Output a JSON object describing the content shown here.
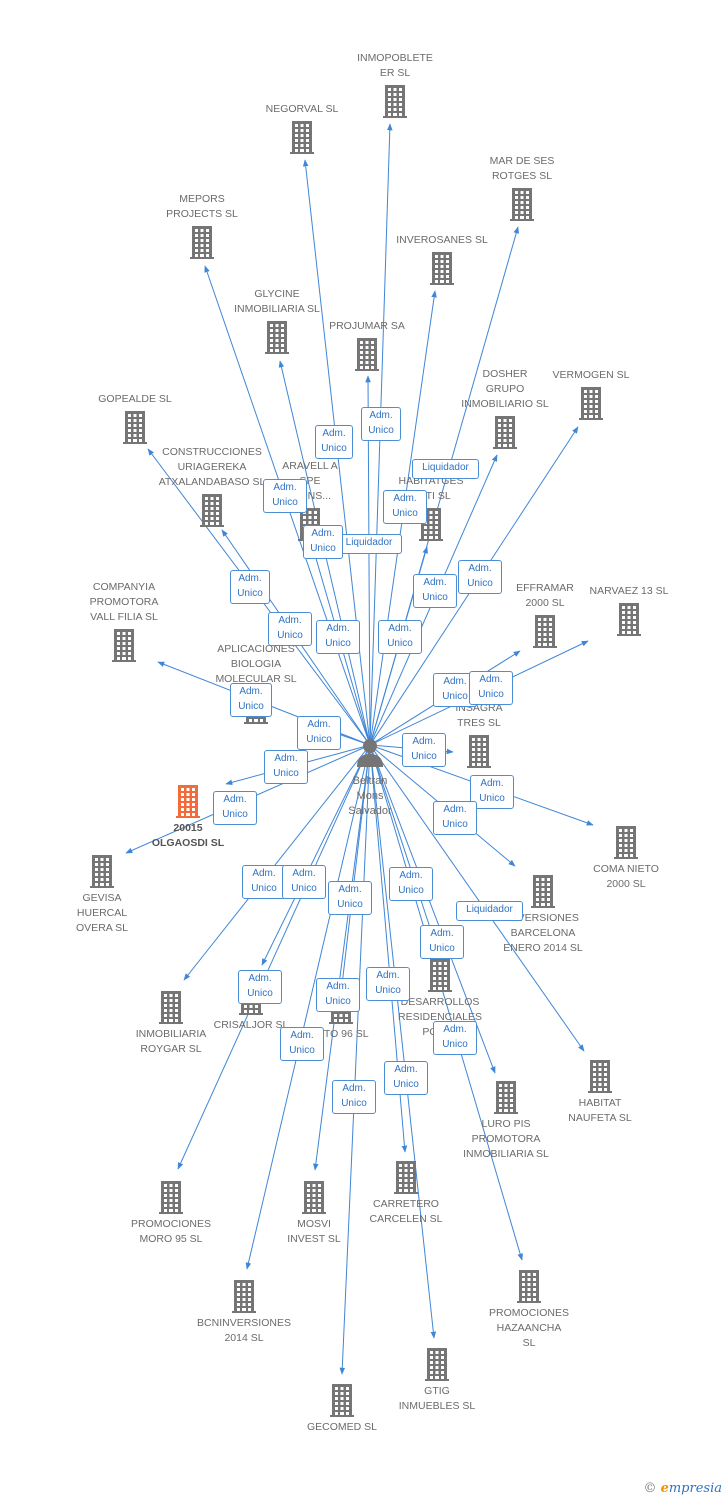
{
  "person": {
    "name": "Beltran\nMons\nSalvador",
    "icon": "person-icon"
  },
  "colors": {
    "edge": "#3f86d6",
    "tag_border": "#4a8fd6",
    "building": "#757575",
    "building_highlight": "#f26b3a"
  },
  "companies": [
    {
      "id": "c1",
      "name": "INMOPOBLETE\nER SL"
    },
    {
      "id": "c2",
      "name": "NEGORVAL SL"
    },
    {
      "id": "c3",
      "name": "MAR DE SES\nROTGES SL"
    },
    {
      "id": "c4",
      "name": "MEPORS\nPROJECTS SL"
    },
    {
      "id": "c5",
      "name": "INVEROSANES SL"
    },
    {
      "id": "c6",
      "name": "GLYCINE\nINMOBILIARIA SL"
    },
    {
      "id": "c7",
      "name": "PROJUMAR SA"
    },
    {
      "id": "c8",
      "name": "DOSHER\nGRUPO\nINMOBILIARIO SL"
    },
    {
      "id": "c9",
      "name": "VERMOGEN SL"
    },
    {
      "id": "c10",
      "name": "GOPEALDE SL"
    },
    {
      "id": "c11",
      "name": "CONSTRUCCIONES\nURIAGEREKA\nATXALANDABASO SL"
    },
    {
      "id": "c12",
      "name": "ARAVELL A\nSPE\nCIONS..."
    },
    {
      "id": "c13",
      "name": "HABITATGES\nARTI SL"
    },
    {
      "id": "c14",
      "name": "COMPANYIA\nPROMOTORA\nVALL FILIA SL"
    },
    {
      "id": "c15",
      "name": "EFFRAMAR\n2000 SL"
    },
    {
      "id": "c16",
      "name": "NARVAEZ 13 SL"
    },
    {
      "id": "c17",
      "name": "APLICACIONES\nBIOLOGIA\nMOLECULAR SL"
    },
    {
      "id": "c18",
      "name": "INSAGRA\nTRES SL"
    },
    {
      "id": "c19",
      "name": "20015\nOLGAOSDI SL",
      "highlight": true
    },
    {
      "id": "c20",
      "name": "COMA NIETO\n2000 SL"
    },
    {
      "id": "c21",
      "name": "GEVISA\nHUERCAL\nOVERA SL"
    },
    {
      "id": "c22",
      "name": "INVERSIONES\nBARCELONA\nENERO 2014  SL"
    },
    {
      "id": "c23",
      "name": "INMOBILIARIA\nROYGAR SL"
    },
    {
      "id": "c24",
      "name": "CRISALJOR SL"
    },
    {
      "id": "c25",
      "name": "RITO 96 SL"
    },
    {
      "id": "c26",
      "name": "DESARROLLOS\nRESIDENCIALES\nPORTA"
    },
    {
      "id": "c27",
      "name": "HABITAT\nNAUFETA SL"
    },
    {
      "id": "c28",
      "name": "LURO PIS\nPROMOTORA\nINMOBILIARIA SL"
    },
    {
      "id": "c29",
      "name": "PROMOCIONES\nMORO 95 SL"
    },
    {
      "id": "c30",
      "name": "MOSVI\nINVEST  SL"
    },
    {
      "id": "c31",
      "name": "CARRETERO\nCARCELEN  SL"
    },
    {
      "id": "c32",
      "name": "BCNINVERSIONES\n2014  SL"
    },
    {
      "id": "c33",
      "name": "PROMOCIONES\nHAZAANCHA\nSL"
    },
    {
      "id": "c34",
      "name": "GTIG\nINMUEBLES  SL"
    },
    {
      "id": "c35",
      "name": "GECOMED  SL"
    }
  ],
  "relation_tags": [
    {
      "text": "Adm.\nUnico"
    },
    {
      "text": "Adm.\nUnico"
    },
    {
      "text": "Liquidador"
    },
    {
      "text": "Adm.\nUnico"
    },
    {
      "text": "Adm.\nUnico"
    },
    {
      "text": "Liquidador"
    },
    {
      "text": "Adm.\nUnico"
    },
    {
      "text": "Adm.\nUnico"
    },
    {
      "text": "Adm.\nUnico"
    },
    {
      "text": "Adm.\nUnico"
    },
    {
      "text": "Adm.\nUnico"
    },
    {
      "text": "Adm.\nUnico"
    },
    {
      "text": "Adm.\nUnico"
    },
    {
      "text": "Adm.\nUnico"
    },
    {
      "text": "Adm.\nUnico"
    },
    {
      "text": "Adm.\nUnico"
    },
    {
      "text": "Adm.\nUnico"
    },
    {
      "text": "Adm.\nUnico"
    },
    {
      "text": "Adm.\nUnico"
    },
    {
      "text": "Adm.\nUnico"
    },
    {
      "text": "Adm.\nUnico"
    },
    {
      "text": "Adm.\nUnico"
    },
    {
      "text": "Adm.\nUnico"
    },
    {
      "text": "Adm.\nUnico"
    },
    {
      "text": "Liquidador"
    },
    {
      "text": "Adm.\nUnico"
    },
    {
      "text": "Adm.\nUnico"
    },
    {
      "text": "Adm.\nUnico"
    },
    {
      "text": "Adm.\nUnico"
    },
    {
      "text": "Adm.\nUnico"
    },
    {
      "text": "Adm.\nUnico"
    },
    {
      "text": "Adm.\nUnico"
    },
    {
      "text": "Adm.\nUnico"
    },
    {
      "text": "Adm.\nUnico"
    },
    {
      "text": "Adm.\nUnico"
    }
  ],
  "brand": {
    "copyright": "©",
    "logo_e": "e",
    "logo_rest": "mpresia"
  }
}
